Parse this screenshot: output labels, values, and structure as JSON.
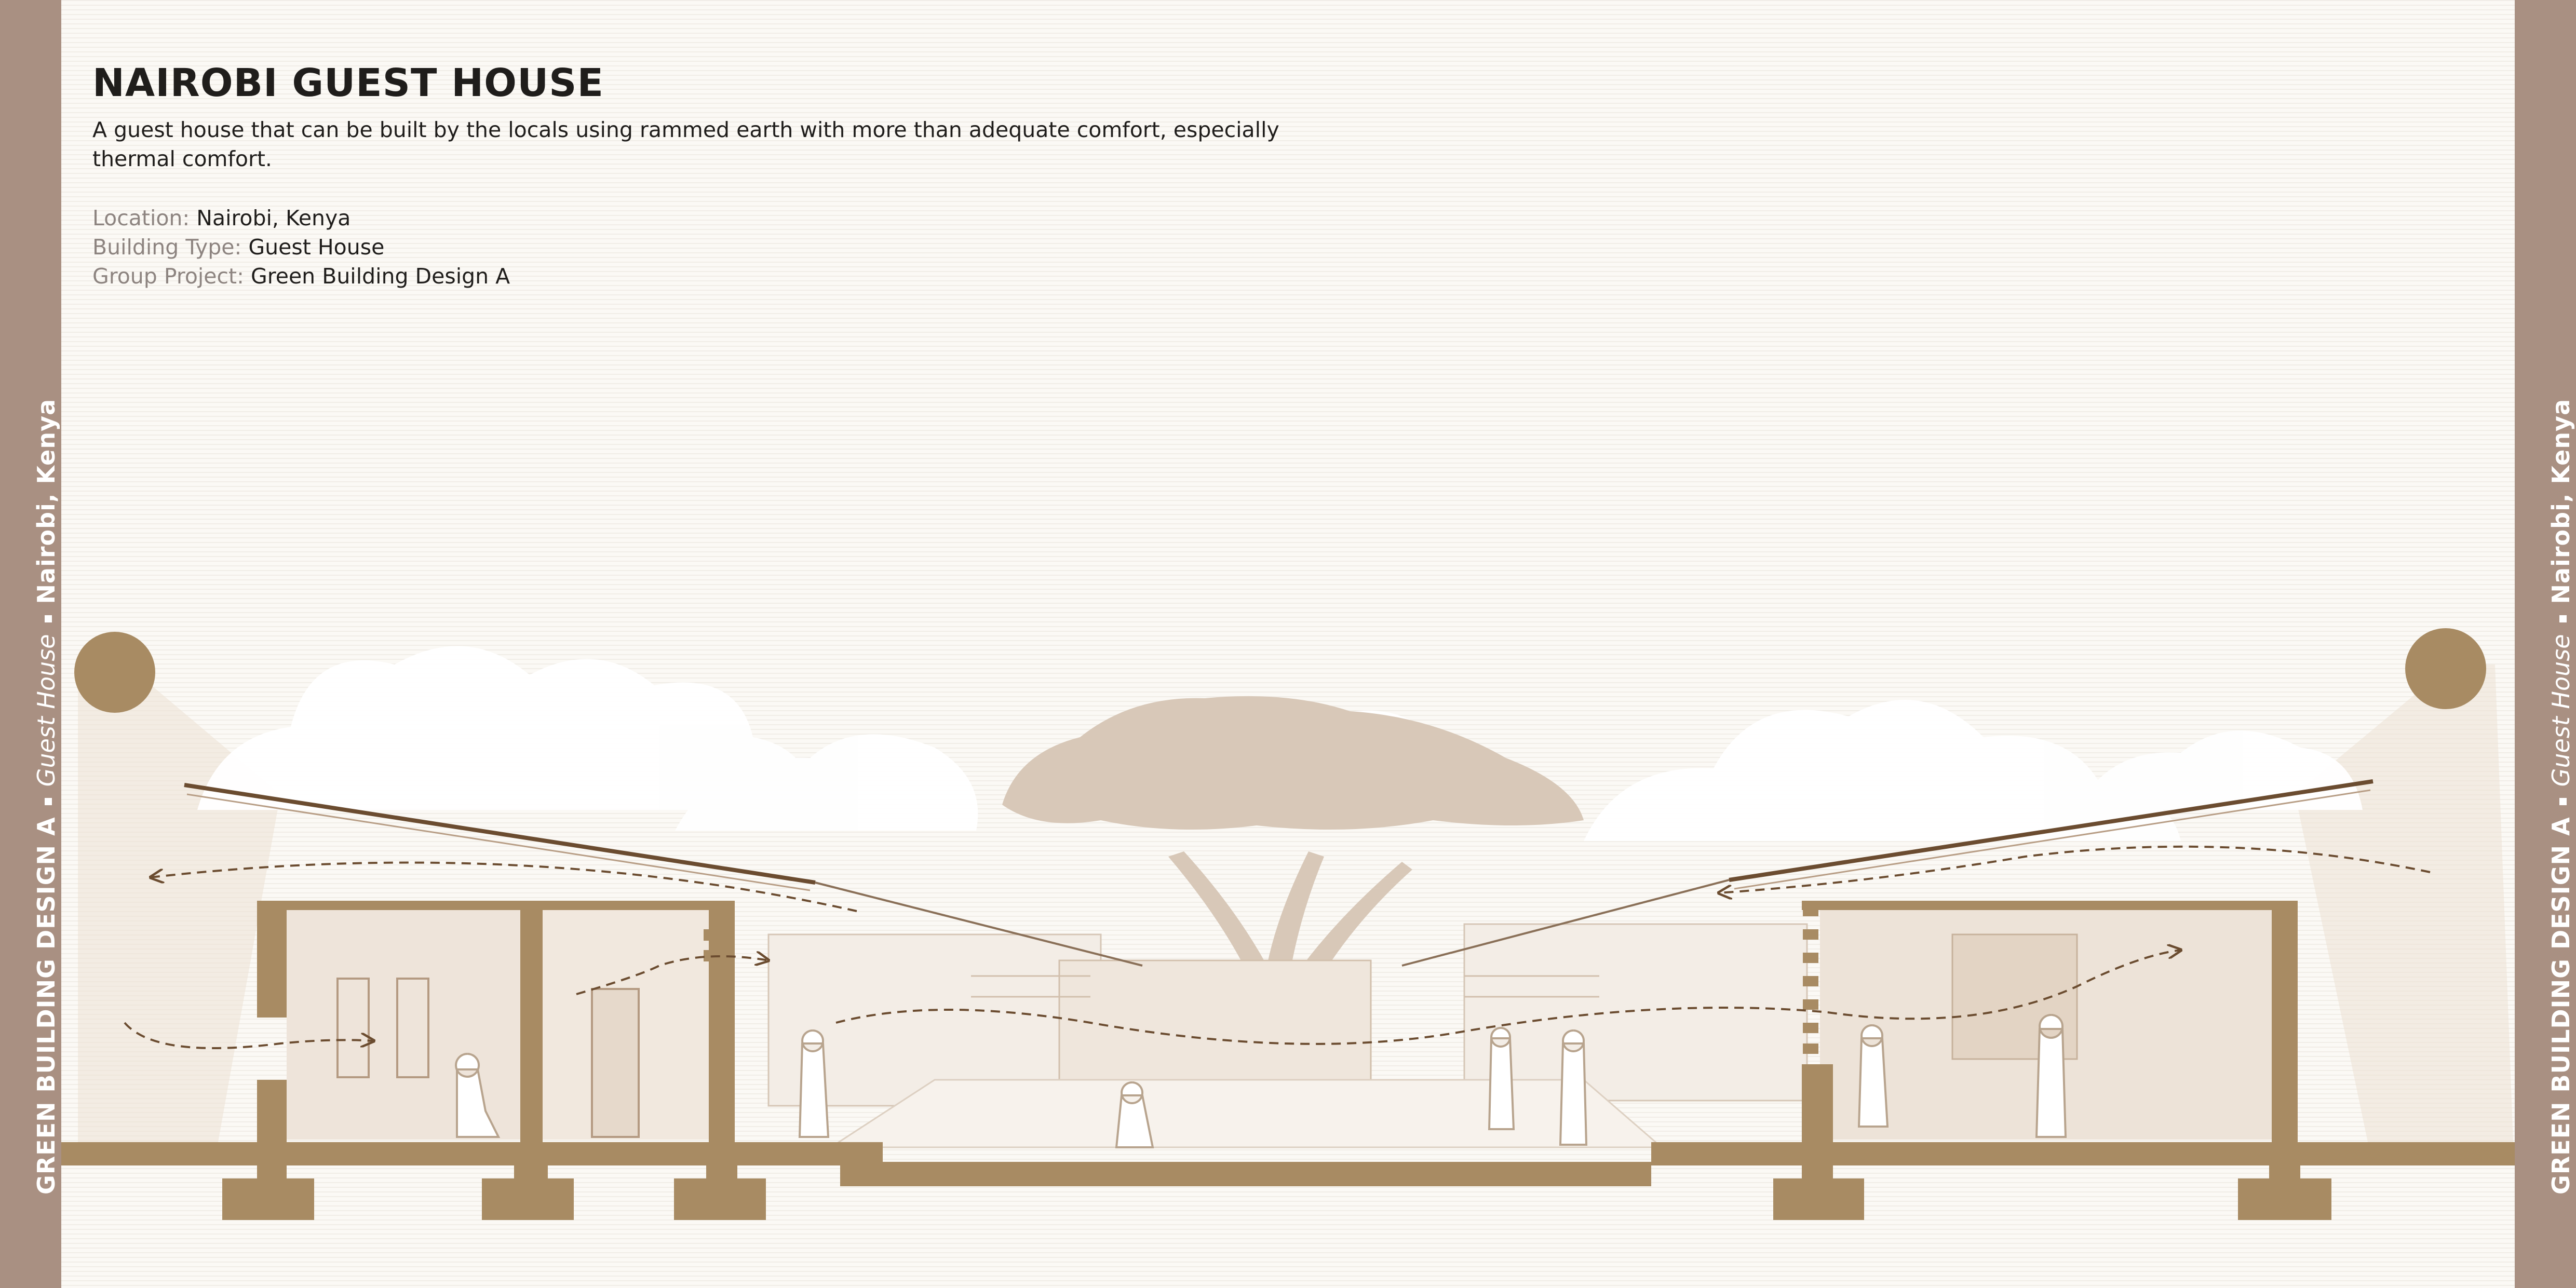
{
  "project": {
    "title": "NAIROBI GUEST HOUSE",
    "description": "A guest house that can be built by the locals using rammed earth with more than adequate comfort, especially thermal comfort.",
    "details": [
      {
        "label": "Location:",
        "value": "Nairobi, Kenya"
      },
      {
        "label": "Building Type:",
        "value": "Guest House"
      },
      {
        "label": "Group Project:",
        "value": "Green Building Design A"
      }
    ]
  },
  "sidebar": {
    "course": "GREEN BUILDING DESIGN A",
    "type": "Guest House",
    "location": "Nairobi, Kenya"
  },
  "colors": {
    "earth": "#a88b63",
    "side_band": "#a99082",
    "tree": "#d8c8b8",
    "ink": "#6b4c30",
    "background": "#fbf9f5"
  }
}
